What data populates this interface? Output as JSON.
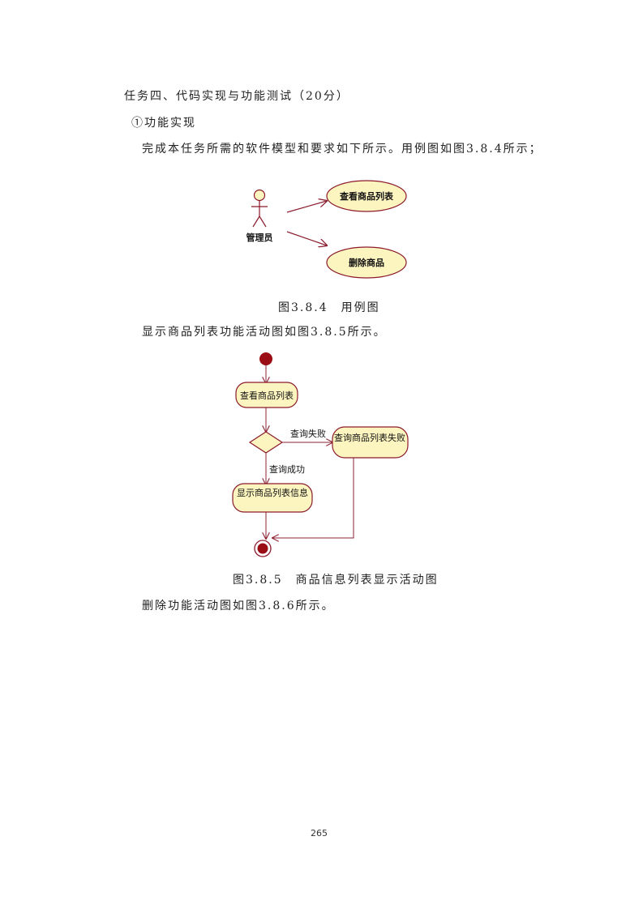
{
  "heading": "任务四、代码实现与功能测试（20分）",
  "subheading": "①功能实现",
  "intro": "完成本任务所需的软件模型和要求如下所示。用例图如图3.8.4所示；",
  "usecase_diagram": {
    "actor": "管理员",
    "use_cases": [
      "查看商品列表",
      "删除商品"
    ],
    "caption": "图3.8.4　用例图"
  },
  "activity_intro": "显示商品列表功能活动图如图3.8.5所示。",
  "activity_diagram": {
    "actions": {
      "view": "查看商品列表",
      "fail": "查询商品列表失败",
      "show": "显示商品列表信息"
    },
    "guards": {
      "failed": "查询失败",
      "success": "查询成功"
    },
    "caption": "图3.8.5　商品信息列表显示活动图"
  },
  "delete_intro": "删除功能活动图如图3.8.6所示。",
  "page_number": "265",
  "colors": {
    "node_fill": "#fdf5c0",
    "node_stroke": "#8b1a2b",
    "edge": "#8b2030",
    "start": "#9a0d14"
  }
}
